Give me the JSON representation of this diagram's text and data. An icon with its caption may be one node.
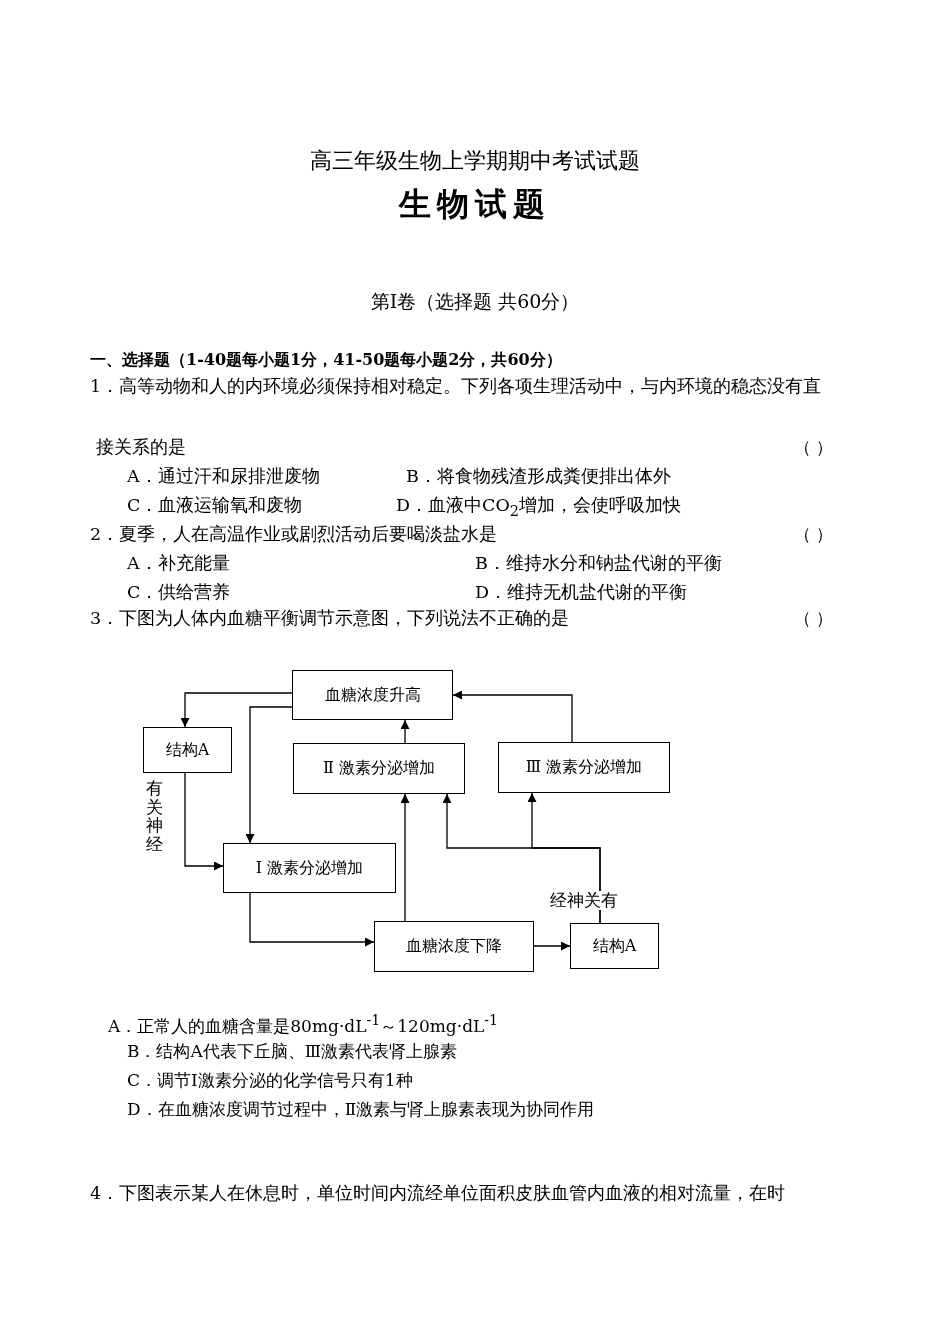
{
  "diagram": {
    "title": "高三年级生物上学期期中考试试题",
    "nodes": [
      {
        "text": [
          "血糖浓度升高"
        ]
      },
      {
        "text": [
          "结构A"
        ]
      },
      {
        "text": [
          "Ⅱ 激素分泌增加"
        ]
      },
      {
        "text": [
          "Ⅲ 激素分泌增加"
        ]
      },
      {
        "text": [
          "Ⅰ 激素分泌增加"
        ]
      },
      {
        "text": [
          "血糖浓度下降"
        ]
      },
      {
        "text": [
          "结构A"
        ]
      }
    ],
    "edges": [
      {
        "from": 0,
        "to": 1,
        "arrow": "to"
      },
      {
        "from": 0,
        "to": 4,
        "arrow": "to"
      },
      {
        "from": 1,
        "to": 4,
        "arrow": "to",
        "label": "有关神经"
      },
      {
        "from": 2,
        "to": 0,
        "arrow": "to"
      },
      {
        "from": 3,
        "to": 0,
        "arrow": "to"
      },
      {
        "from": 4,
        "to": 5,
        "arrow": "to"
      },
      {
        "from": 5,
        "to": 2,
        "arrow": "to"
      },
      {
        "from": 5,
        "to": 6,
        "arrow": "to"
      },
      {
        "from": 6,
        "to": 2,
        "arrow": "to",
        "label": "经神关有"
      },
      {
        "from": 6,
        "to": 3,
        "arrow": "to"
      }
    ],
    "labels": [
      "生物试题",
      "第Ⅰ卷（选择题 共60分）",
      "一、选择题（1-40题每小题1分，41-50题每小题2分，共60分）",
      "1．高等动物和人的内环境必须保持相对稳定。下列各项生理活动中，与内环境的稳态没有直",
      "接关系的是",
      "（ ）",
      "A．通过汗和尿排泄废物",
      "B．将食物残渣形成粪便排出体外",
      "C．血液运输氧和废物",
      "D．血液中CO$_{2}$增加，会使呼吸加快",
      "2．夏季，人在高温作业或剧烈活动后要喝淡盐水是",
      "（ ）",
      "A．补充能量",
      "B．维持水分和钠盐代谢的平衡",
      "C．供给营养",
      "D．维持无机盐代谢的平衡",
      "3．下图为人体内血糖平衡调节示意图，下列说法不正确的是",
      "（ ）",
      "A．正常人的血糖含量是80mg·dL$^{-1}$～120mg·dL$^{-1}$",
      "B．结构A代表下丘脑、Ⅲ激素代表肾上腺素",
      "C．调节Ⅰ激素分泌的化学信号只有1种",
      "D．在血糖浓度调节过程中，Ⅱ激素与肾上腺素表现为协同作用",
      "4．下图表示某人在休息时，单位时间内流经单位面积皮肤血管内血液的相对流量，在时"
    ]
  }
}
